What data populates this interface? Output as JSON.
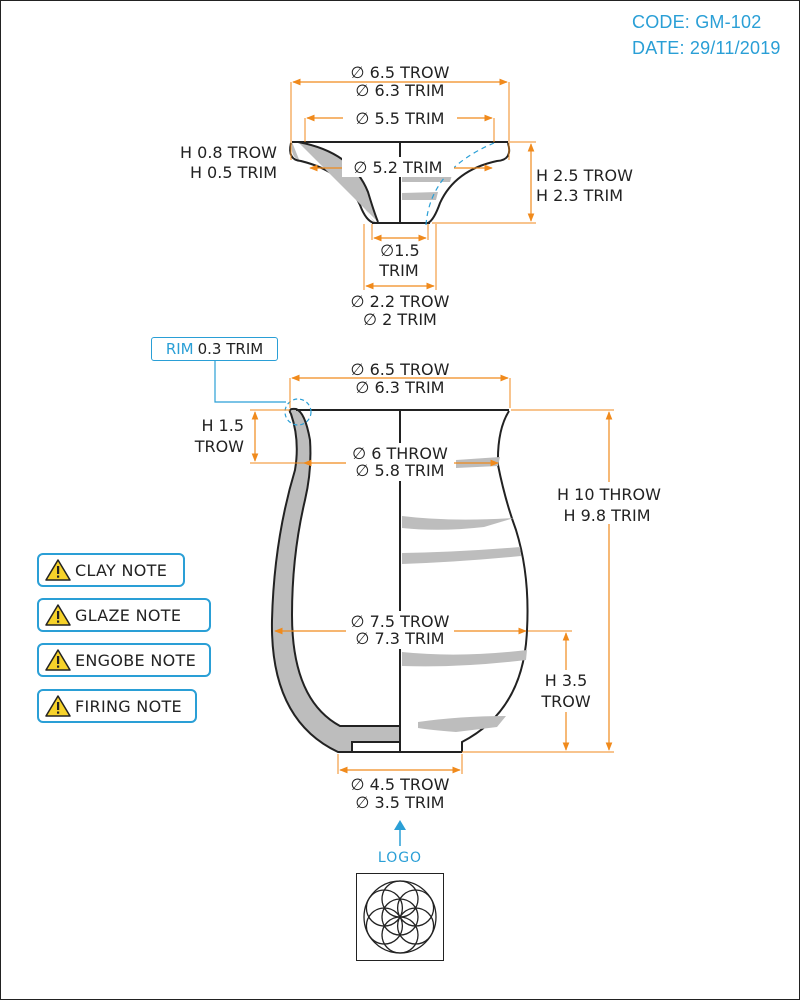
{
  "header": {
    "code": "CODE: GM-102",
    "date": "DATE: 29/11/2019"
  },
  "lid": {
    "outer_diameter_throw": "∅ 6.5 TROW",
    "outer_diameter_trim": "∅ 6.3 TRIM",
    "rim_diameter": "∅ 5.5 TRIM",
    "rim_height_throw": "H 0.8 TROW",
    "rim_height_trim": "H 0.5 TRIM",
    "inner_diameter": "∅ 5.2 TRIM",
    "height_throw": "H 2.5 TROW",
    "height_trim": "H 2.3 TRIM",
    "knob_diameter_a": "∅1.5",
    "knob_diameter_b": "TRIM",
    "base_diameter_throw": "∅ 2.2 TROW",
    "base_diameter_trim": "∅ 2 TRIM"
  },
  "pot": {
    "rim_tag_accent": "RIM",
    "rim_tag_text": "0.3 TRIM",
    "mouth_diameter_throw": "∅ 6.5 TROW",
    "mouth_diameter_trim": "∅ 6.3 TRIM",
    "neck_height_a": "H 1.5",
    "neck_height_b": "TROW",
    "neck_diameter_throw": "∅ 6 THROW",
    "neck_diameter_trim": "∅ 5.8 TRIM",
    "total_height_throw": "H 10 THROW",
    "total_height_trim": "H 9.8 TRIM",
    "belly_diameter_throw": "∅ 7.5 TROW",
    "belly_diameter_trim": "∅ 7.3 TRIM",
    "belly_height_a": "H 3.5",
    "belly_height_b": "TROW",
    "foot_diameter_throw": "∅ 4.5 TROW",
    "foot_diameter_trim": "∅ 3.5 TRIM"
  },
  "notes": [
    {
      "label": "CLAY NOTE"
    },
    {
      "label": "GLAZE NOTE"
    },
    {
      "label": "ENGOBE NOTE"
    },
    {
      "label": "FIRING NOTE"
    }
  ],
  "logo": {
    "label": "LOGO"
  },
  "colors": {
    "dimension": "#f08a1c",
    "accent": "#2a9fd6",
    "section_fill": "#bdbdbd",
    "outline": "#222222"
  }
}
